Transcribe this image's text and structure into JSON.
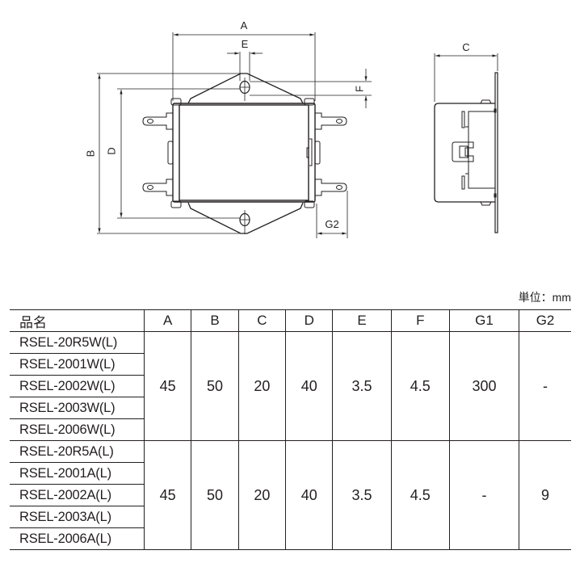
{
  "drawing": {
    "front_view_labels": {
      "A": "A",
      "B": "B",
      "D": "D",
      "E": "E",
      "F": "F",
      "G2": "G2"
    },
    "side_view_labels": {
      "C": "C"
    }
  },
  "unit_label": "単位：mm",
  "table": {
    "headers": [
      "品名",
      "A",
      "B",
      "C",
      "D",
      "E",
      "F",
      "G1",
      "G2"
    ],
    "groups": [
      {
        "models": [
          "RSEL-20R5W(L)",
          "RSEL-2001W(L)",
          "RSEL-2002W(L)",
          "RSEL-2003W(L)",
          "RSEL-2006W(L)"
        ],
        "values": {
          "A": "45",
          "B": "50",
          "C": "20",
          "D": "40",
          "E": "3.5",
          "F": "4.5",
          "G1": "300",
          "G2": "-"
        }
      },
      {
        "models": [
          "RSEL-20R5A(L)",
          "RSEL-2001A(L)",
          "RSEL-2002A(L)",
          "RSEL-2003A(L)",
          "RSEL-2006A(L)"
        ],
        "values": {
          "A": "45",
          "B": "50",
          "C": "20",
          "D": "40",
          "E": "3.5",
          "F": "4.5",
          "G1": "-",
          "G2": "9"
        }
      }
    ]
  }
}
